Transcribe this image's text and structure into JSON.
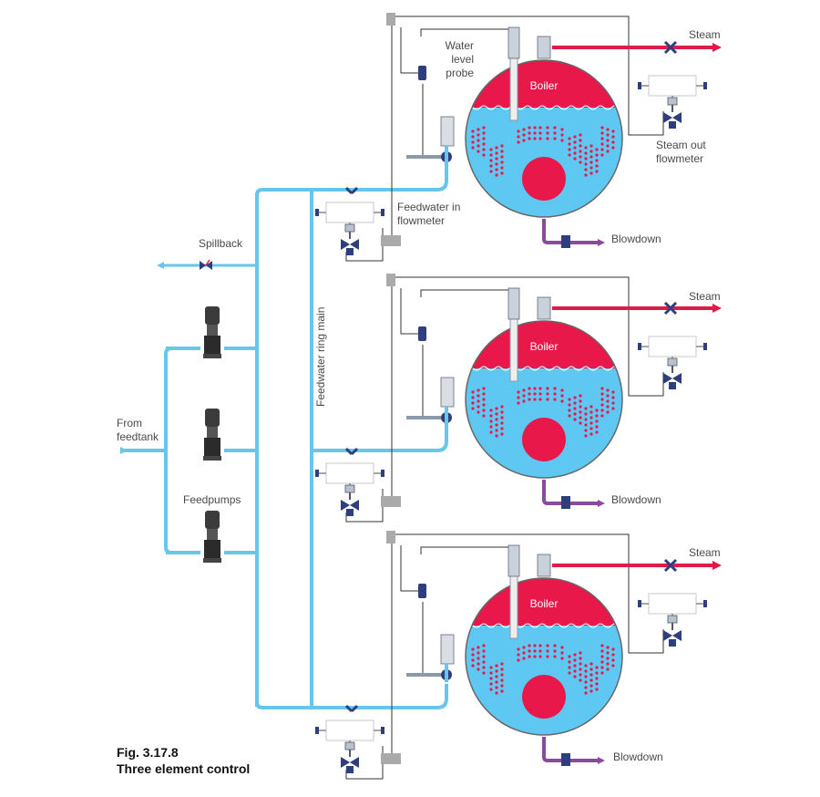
{
  "labels": {
    "water_level_probe": [
      "Water",
      "level",
      "probe"
    ],
    "boiler": "Boiler",
    "steam": "Steam",
    "steam_out_flowmeter": [
      "Steam out",
      "flowmeter"
    ],
    "feedwater_in_flowmeter": [
      "Feedwater in",
      "flowmeter"
    ],
    "blowdown": "Blowdown",
    "spillback": "Spillback",
    "from_feedtank": [
      "From",
      "feedtank"
    ],
    "feedpumps": "Feedpumps",
    "feedwater_ring_main": "Feedwater ring main"
  },
  "caption": {
    "fig_number": "Fig. 3.17.8",
    "title": "Three element control"
  },
  "colors": {
    "water_pipe": "#67c6ec",
    "steam_pipe": "#e11b48",
    "blowdown_pipe": "#8c4a9c",
    "boiler_water": "#5fc8f2",
    "boiler_steam_space": "#e8194a",
    "control_line": "#333333",
    "valve_body": "#2f3e7d",
    "pump_body": "#3b3b3b"
  },
  "boilers": [
    {
      "id": "boiler-1",
      "has_water_level_probe_label": true,
      "has_steam_out_flowmeter_label": true,
      "has_feedwater_in_flowmeter_label": true
    },
    {
      "id": "boiler-2",
      "has_water_level_probe_label": false,
      "has_steam_out_flowmeter_label": false,
      "has_feedwater_in_flowmeter_label": false
    },
    {
      "id": "boiler-3",
      "has_water_level_probe_label": false,
      "has_steam_out_flowmeter_label": false,
      "has_feedwater_in_flowmeter_label": false
    }
  ],
  "feedpumps": [
    {
      "id": "feedpump-1"
    },
    {
      "id": "feedpump-2"
    },
    {
      "id": "feedpump-3"
    }
  ]
}
